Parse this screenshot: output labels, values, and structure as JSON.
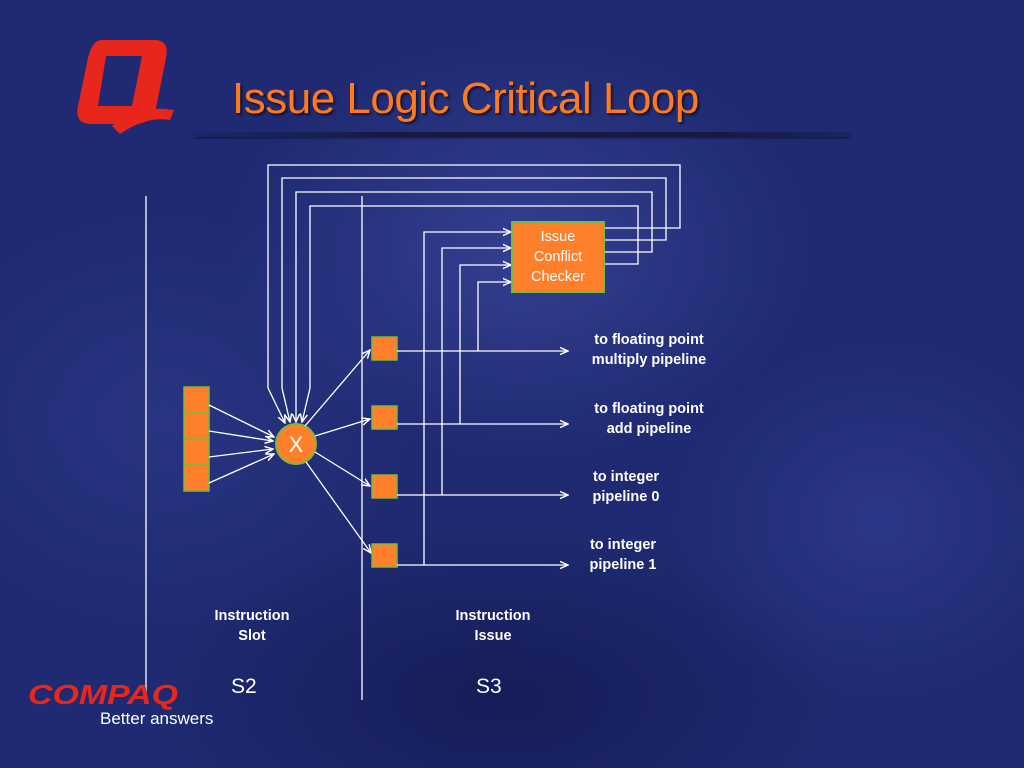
{
  "slide": {
    "title": "Issue Logic Critical Loop"
  },
  "diagram": {
    "checker_lines": [
      "Issue",
      "Conflict",
      "Checker"
    ],
    "crossbar_label": "X",
    "outputs": [
      {
        "line1": "to floating point",
        "line2": "multiply pipeline"
      },
      {
        "line1": "to floating point",
        "line2": "add pipeline"
      },
      {
        "line1": "to integer",
        "line2": "pipeline 0"
      },
      {
        "line1": "to integer",
        "line2": "pipeline 1"
      }
    ],
    "stages": [
      {
        "line1": "Instruction",
        "line2": "Slot",
        "id": "S2"
      },
      {
        "line1": "Instruction",
        "line2": "Issue",
        "id": "S3"
      }
    ],
    "colors": {
      "box_fill": "#ff7f2a",
      "box_border": "#7db83a",
      "crossbar_fill": "#ff7f2a",
      "line": "#ffffff",
      "title": "#ff7a1c",
      "logo_red": "#e8271c"
    }
  },
  "branding": {
    "company": "COMPAQ",
    "tagline": "Better answers"
  }
}
